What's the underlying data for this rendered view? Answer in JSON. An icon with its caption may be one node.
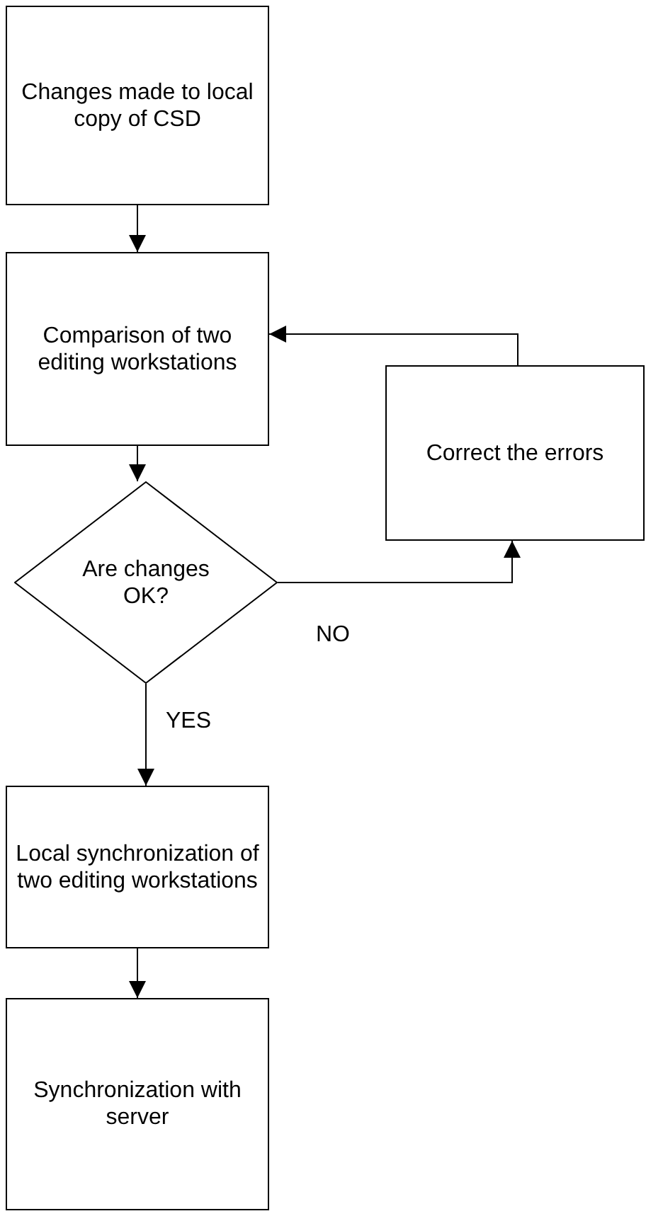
{
  "diagram": {
    "nodes": [
      {
        "text": [
          "Changes made to local copy of CSD"
        ]
      },
      {
        "text": [
          "Comparison of two editing workstations"
        ]
      },
      {
        "text": [
          "Are changes OK?"
        ]
      },
      {
        "text": [
          "Correct the errors"
        ]
      },
      {
        "text": [
          "Local synchronization of two editing workstations"
        ]
      },
      {
        "text": [
          "Synchronization with server"
        ]
      }
    ],
    "edges": [
      {
        "from": 0,
        "to": 1,
        "arrow": "to"
      },
      {
        "from": 1,
        "to": 2,
        "arrow": "to"
      },
      {
        "from": 2,
        "to": 3,
        "arrow": "to",
        "label": "NO"
      },
      {
        "from": 3,
        "to": 1,
        "arrow": "to"
      },
      {
        "from": 2,
        "to": 4,
        "arrow": "to",
        "label": "YES"
      },
      {
        "from": 4,
        "to": 5,
        "arrow": "to"
      }
    ]
  }
}
